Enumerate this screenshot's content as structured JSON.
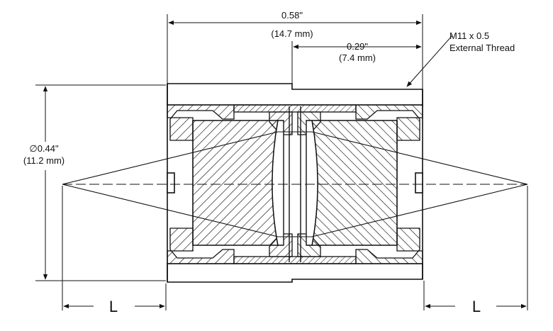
{
  "dimensions": {
    "overall_length": {
      "inch": "0.58\"",
      "mm": "(14.7 mm)"
    },
    "thread_length": {
      "inch": "0.29\"",
      "mm": "(7.4 mm)"
    },
    "diameter": {
      "inch": "∅0.44\"",
      "mm": "(11.2 mm)"
    },
    "thread": {
      "line1": "M11 x 0.5",
      "line2": "External Thread"
    },
    "left_distance": "L",
    "right_distance": "L"
  },
  "colors": {
    "line": "#111111",
    "hatch": "#111111",
    "background": "#ffffff"
  }
}
